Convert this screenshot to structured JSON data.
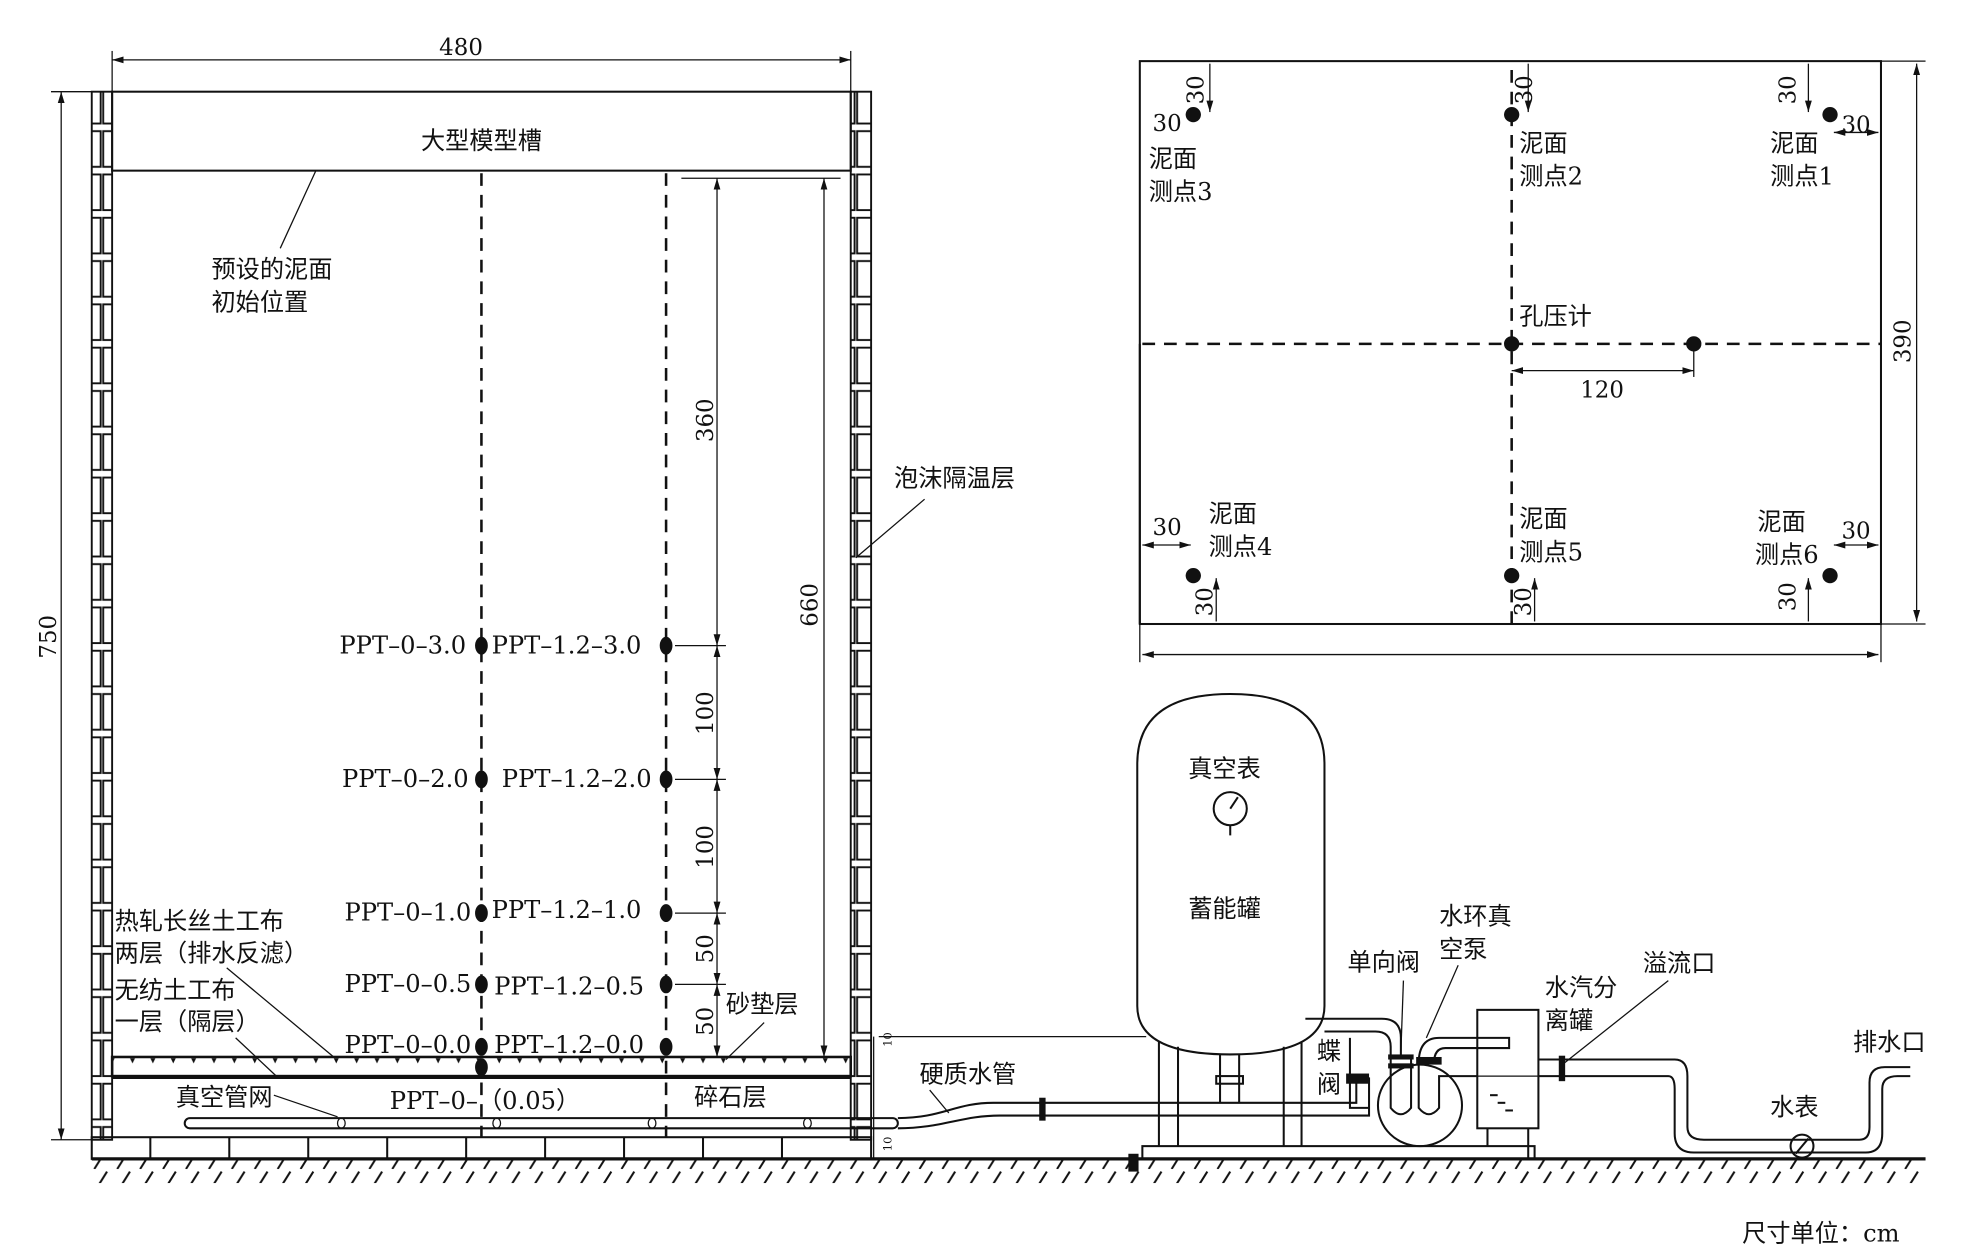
{
  "section": {
    "tank_title": "大型模型槽",
    "width_dim": "480",
    "height_dim": "750",
    "mud_initial": [
      "预设的泥面",
      "初始位置"
    ],
    "foam_layer": "泡沫隔温层",
    "dim_360": "360",
    "dim_660": "660",
    "dim_100a": "100",
    "dim_100b": "100",
    "dim_50a": "50",
    "dim_50b": "50",
    "sensors_left": [
      "PPT–0–3.0",
      "PPT–0–2.0",
      "PPT–0–1.0",
      "PPT–0–0.5",
      "PPT–0–0.0"
    ],
    "sensors_right": [
      "PPT–1.2–3.0",
      "PPT–1.2–2.0",
      "PPT–1.2–1.0",
      "PPT–1.2–0.5",
      "PPT–1.2–0.0"
    ],
    "sensor_bottom": "PPT–0–（0.05）",
    "geotextile1": [
      "热轧长丝土工布",
      "两层（排水反滤）"
    ],
    "geotextile2": [
      "无纺土工布",
      "一层（隔层）"
    ],
    "sand_layer": "砂垫层",
    "gravel_layer": "碎石层",
    "vacuum_net": "真空管网",
    "small_dim": "10",
    "hard_pipe": "硬质水管"
  },
  "plan": {
    "points": [
      {
        "label": [
          "泥面",
          "测点3"
        ]
      },
      {
        "label": [
          "泥面",
          "测点2"
        ]
      },
      {
        "label": [
          "泥面",
          "测点1"
        ]
      },
      {
        "label": [
          "泥面",
          "测点4"
        ]
      },
      {
        "label": [
          "泥面",
          "测点5"
        ]
      },
      {
        "label": [
          "泥面",
          "测点6"
        ]
      }
    ],
    "offset": "30",
    "piezometer": "孔压计",
    "dim_120": "120",
    "dim_390": "390"
  },
  "system": {
    "vacuum_gauge": "真空表",
    "accumulator": "蓄能罐",
    "butterfly_valve": [
      "蝶",
      "阀"
    ],
    "check_valve": "单向阀",
    "pump": [
      "水环真",
      "空泵"
    ],
    "separator": [
      "水汽分",
      "离罐"
    ],
    "overflow": "溢流口",
    "drain": "排水口",
    "water_meter": "水表"
  },
  "unit_note": "尺寸单位：cm"
}
